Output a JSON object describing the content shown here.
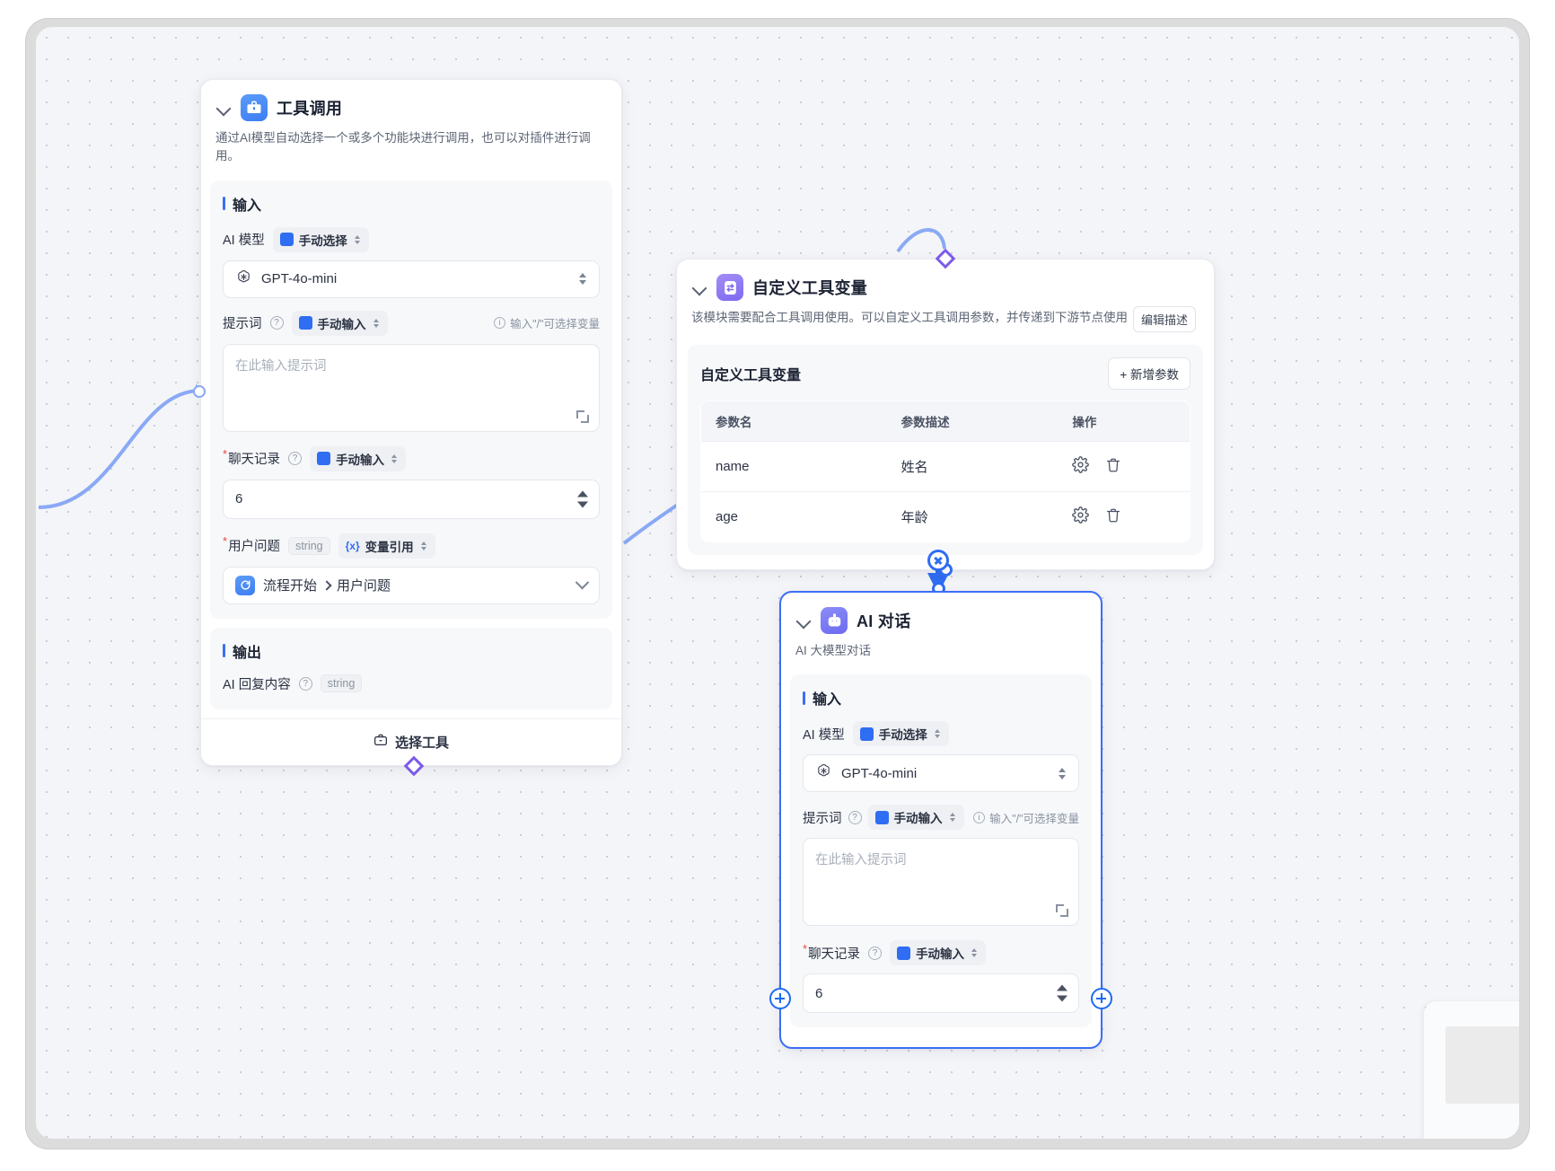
{
  "canvas": {
    "background": "#f4f5f8",
    "dot_color": "#c9cdd6"
  },
  "nodes": {
    "tool_call": {
      "title": "工具调用",
      "description": "通过AI模型自动选择一个或多个功能块进行调用，也可以对插件进行调用。",
      "icon": "briefcase-icon",
      "icon_color": "#3d7df4",
      "input_section_label": "输入",
      "output_section_label": "输出",
      "fields": {
        "model_label": "AI 模型",
        "model_mode": "手动选择",
        "model_value": "GPT-4o-mini",
        "prompt_label": "提示词",
        "prompt_mode": "手动输入",
        "prompt_hint": "输入\"/\"可选择变量",
        "prompt_placeholder": "在此输入提示词",
        "chat_label": "聊天记录",
        "chat_mode": "手动输入",
        "chat_value": "6",
        "question_label": "用户问题",
        "question_type": "string",
        "question_mode": "变量引用",
        "question_ref_node": "流程开始",
        "question_ref_field": "用户问题"
      },
      "output": {
        "label": "AI 回复内容",
        "type": "string"
      },
      "footer_label": "选择工具",
      "footer_icon": "briefcase-icon"
    },
    "tool_variable": {
      "title": "自定义工具变量",
      "description": "该模块需要配合工具调用使用。可以自定义工具调用参数，并传递到下游节点使用",
      "edit_desc_label": "编辑描述",
      "icon": "variable-icon",
      "icon_color": "#7d6af0",
      "panel_title": "自定义工具变量",
      "add_param_label": "新增参数",
      "table": {
        "columns": [
          "参数名",
          "参数描述",
          "操作"
        ],
        "rows": [
          {
            "name": "name",
            "desc": "姓名",
            "actions": [
              "gear-icon",
              "trash-icon"
            ]
          },
          {
            "name": "age",
            "desc": "年龄",
            "actions": [
              "gear-icon",
              "trash-icon"
            ]
          }
        ]
      }
    },
    "ai_chat": {
      "title": "AI 对话",
      "description": "AI 大模型对话",
      "icon": "robot-icon",
      "icon_color": "#6b6bf0",
      "selected": true,
      "input_section_label": "输入",
      "fields": {
        "model_label": "AI 模型",
        "model_mode": "手动选择",
        "model_value": "GPT-4o-mini",
        "prompt_label": "提示词",
        "prompt_mode": "手动输入",
        "prompt_hint": "输入\"/\"可选择变量",
        "prompt_placeholder": "在此输入提示词",
        "chat_label": "聊天记录",
        "chat_mode": "手动输入",
        "chat_value": "6"
      }
    }
  },
  "edges": {
    "color_blue": "#8aa9f5",
    "color_arrow": "#2f6df2",
    "color_diamond": "#7b5bea"
  }
}
